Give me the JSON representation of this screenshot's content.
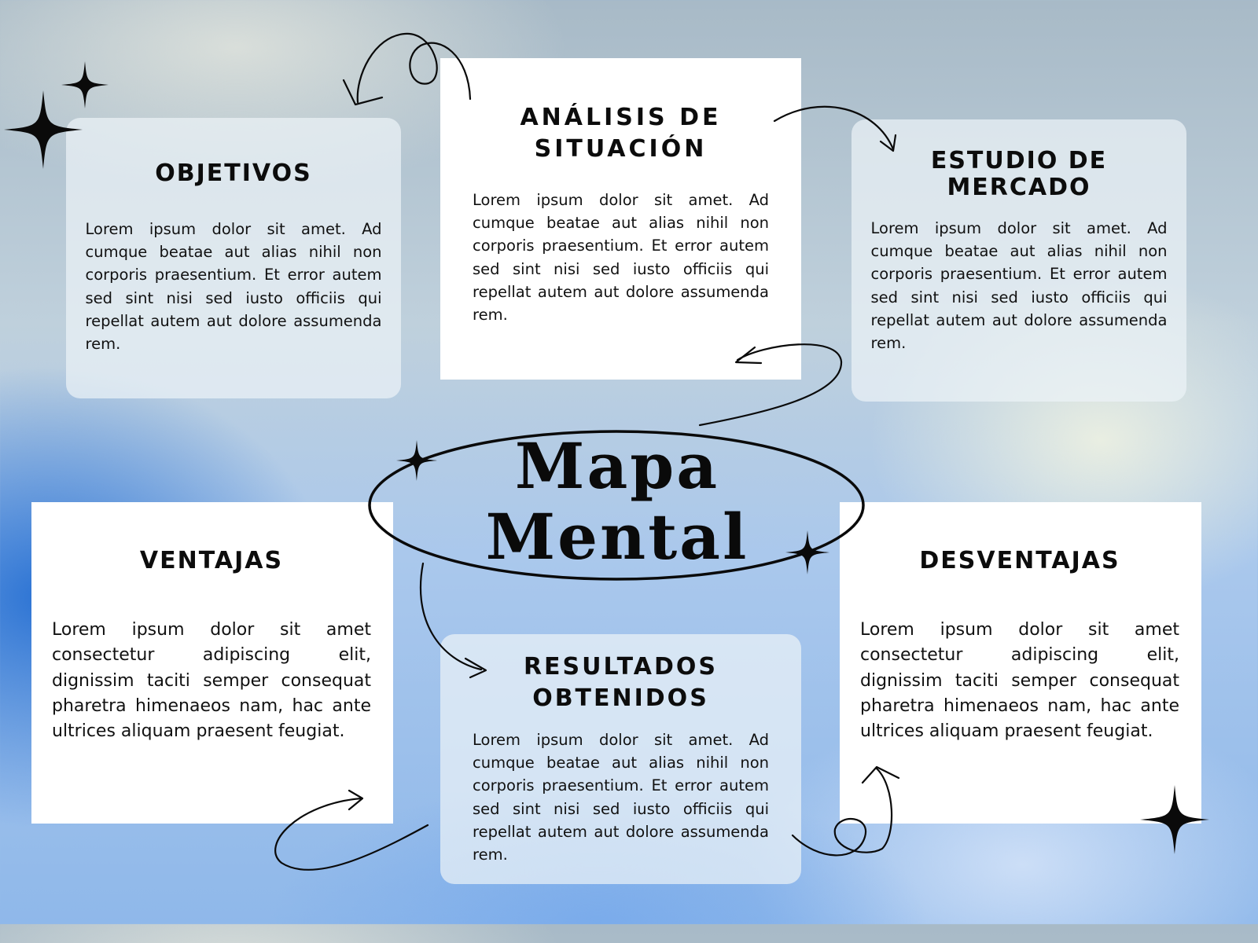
{
  "center": {
    "title_line1": "Mapa",
    "title_line2": "Mental"
  },
  "cards": {
    "objetivos": {
      "title": "OBJETIVOS",
      "text": "Lorem ipsum dolor sit amet. Ad cumque beatae aut alias nihil non corporis praesentium. Et error autem sed sint nisi sed iusto officiis qui repellat autem aut dolore assumenda rem."
    },
    "analisis": {
      "title_line1": "ANÁLISIS DE",
      "title_line2": "SITUACIÓN",
      "text": "Lorem ipsum dolor sit amet. Ad cumque beatae aut alias nihil non corporis praesentium. Et error autem sed sint nisi sed iusto officiis qui repellat autem aut dolore assumenda rem."
    },
    "estudio": {
      "title_line1": "ESTUDIO DE",
      "title_line2": "MERCADO",
      "text": "Lorem ipsum dolor sit amet. Ad cumque beatae aut alias nihil non corporis praesentium. Et error autem sed sint nisi sed iusto officiis qui repellat autem aut dolore assumenda rem."
    },
    "ventajas": {
      "title": "VENTAJAS",
      "text": "Lorem ipsum dolor sit amet consectetur adipiscing elit, dignissim taciti semper consequat pharetra himenaeos nam, hac ante ultrices aliquam praesent feugiat."
    },
    "desventajas": {
      "title": "DESVENTAJAS",
      "text": "Lorem ipsum dolor sit amet consectetur adipiscing elit, dignissim taciti semper consequat pharetra himenaeos nam, hac ante ultrices aliquam praesent feugiat."
    },
    "resultados": {
      "title_line1": "RESULTADOS",
      "title_line2": "OBTENIDOS",
      "text": "Lorem ipsum dolor sit amet. Ad cumque beatae aut alias nihil non corporis praesentium. Et error autem sed sint nisi sed iusto officiis qui repellat autem aut dolore assumenda rem."
    }
  },
  "decorations": {
    "sparkle_icon": "four-point-star",
    "arrow_icon": "hand-drawn-curly-arrow",
    "ink_color": "#0a0a0a",
    "card_white": "#ffffff",
    "card_frost": "#ecf2f6",
    "accent_blue": "#246ed2"
  }
}
